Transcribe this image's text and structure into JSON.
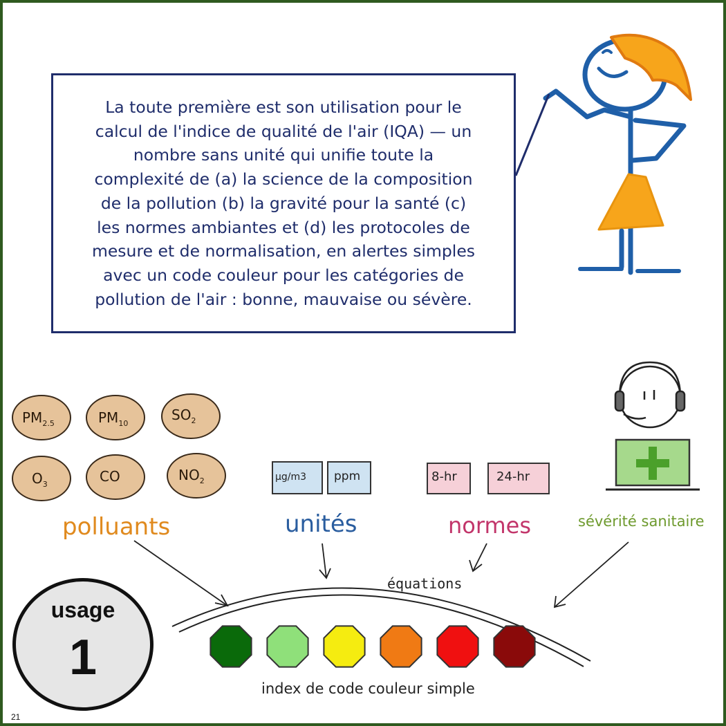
{
  "speech": {
    "text": "La toute première est son utilisation pour le\ncalcul de l'indice de qualité de l'air (IQA) — un\nnombre sans unité qui unifie toute la\ncomplexité de (a) la science de la composition\nde la pollution (b) la gravité pour la santé (c)\nles normes ambiantes et (d) les protocoles de\nmesure et de normalisation, en alertes simples\navec un code couleur pour les catégories de\npollution de l'air : bonne, mauvaise ou sévère."
  },
  "pollutants": {
    "label": "polluants",
    "items": [
      {
        "main": "PM",
        "sub": "2.5"
      },
      {
        "main": "PM",
        "sub": "10"
      },
      {
        "main": "SO",
        "sub": "2"
      },
      {
        "main": "O",
        "sub": "3"
      },
      {
        "main": "CO",
        "sub": ""
      },
      {
        "main": "NO",
        "sub": "2"
      }
    ]
  },
  "units": {
    "label": "unités",
    "items": [
      "μg/m3",
      "ppm"
    ]
  },
  "standards": {
    "label": "normes",
    "items": [
      "8-hr",
      "24-hr"
    ]
  },
  "health": {
    "label": "sévérité sanitaire"
  },
  "equations_label": "équations",
  "color_index": {
    "caption": "index de code couleur simple",
    "colors": [
      "#0a6a0a",
      "#8fe07a",
      "#f5ec10",
      "#f07a14",
      "#f01010",
      "#8a0a0a"
    ]
  },
  "usage": {
    "word": "usage",
    "number": "1"
  },
  "page_number": "21",
  "palette": {
    "border": "#2f5a1f",
    "navy": "#1f2d6b",
    "pollutant_label": "#e08a1e",
    "unit_label": "#2a5d9f",
    "standard_label": "#c2356a",
    "health_label": "#6e9a2e"
  }
}
